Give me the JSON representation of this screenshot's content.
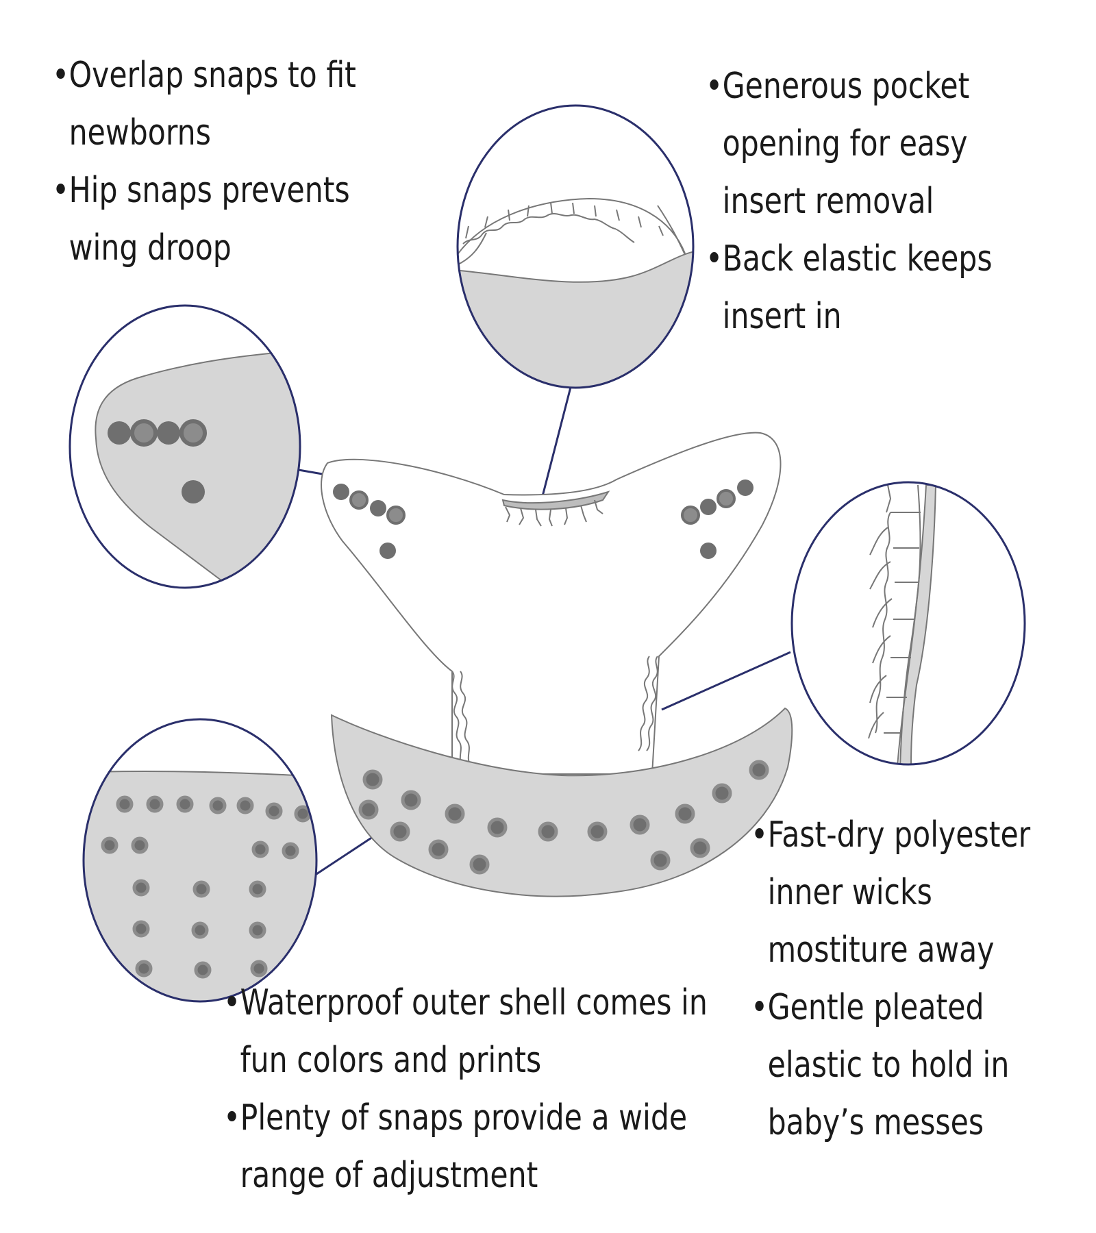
{
  "callouts": {
    "top_left": [
      "Overlap snaps to fit newborns",
      "Hip snaps prevents wing droop"
    ],
    "top_right": [
      "Generous pocket opening for easy insert removal",
      "Back elastic keeps insert in"
    ],
    "bottom_left": [
      "Waterproof outer shell comes in fun colors and prints",
      "Plenty of snaps provide a wide range of adjustment"
    ],
    "bottom_right": [
      "Fast-dry polyester inner wicks mostiture away",
      "Gentle pleated elastic to hold in baby’s messes"
    ]
  },
  "colors": {
    "shell_fill": "#d6d6d6",
    "outline": "#777777",
    "circle_stroke": "#2a2f6b",
    "snap_fill": "#6f6f6f",
    "snap_ring": "#8c8c8c"
  }
}
